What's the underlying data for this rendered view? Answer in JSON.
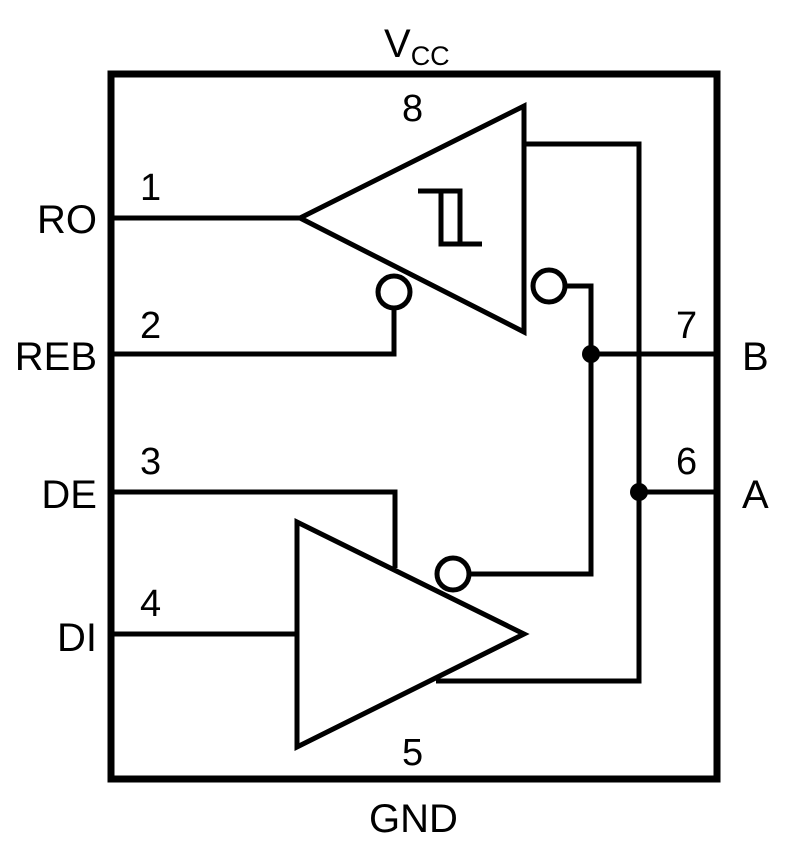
{
  "supply": {
    "main": "V",
    "sub": "CC"
  },
  "ground": "GND",
  "pins": {
    "ro": {
      "number": "1",
      "name": "RO"
    },
    "reb": {
      "number": "2",
      "name": "REB"
    },
    "de": {
      "number": "3",
      "name": "DE"
    },
    "di": {
      "number": "4",
      "name": "DI"
    },
    "gnd": {
      "number": "5"
    },
    "a": {
      "number": "6",
      "name": "A"
    },
    "b": {
      "number": "7",
      "name": "B"
    },
    "vcc": {
      "number": "8"
    }
  },
  "colors": {
    "stroke": "#000000",
    "background": "#ffffff"
  },
  "icons": {
    "receiver": "schmitt-trigger-buffer",
    "driver": "tri-state-buffer"
  }
}
